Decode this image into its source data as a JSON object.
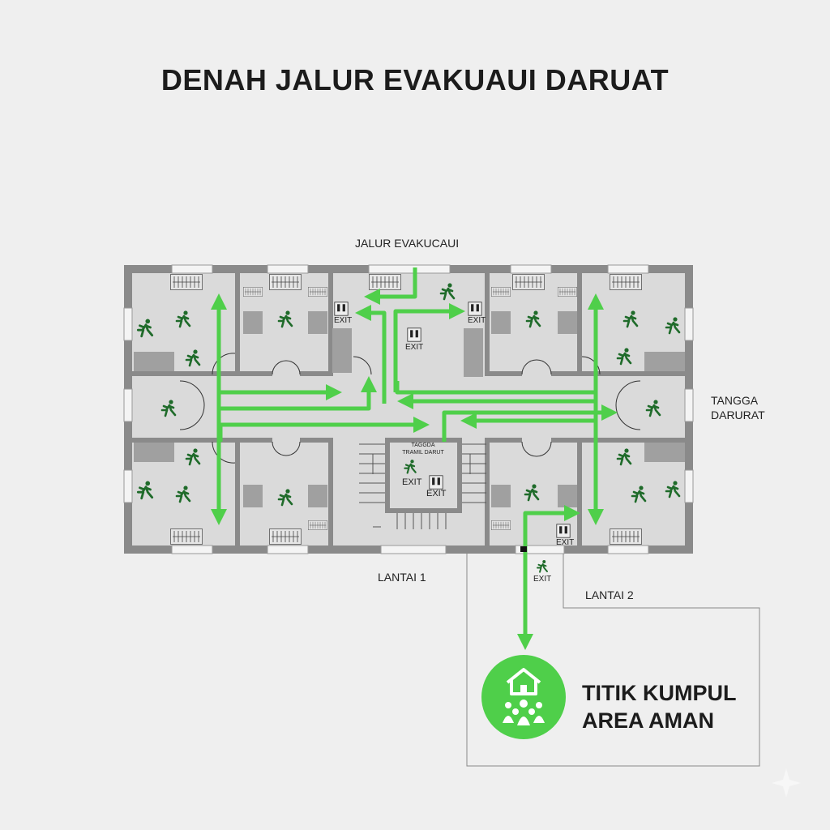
{
  "title": "DENAH JALUR EVAKUAUI DARUAT",
  "labels": {
    "route": "JALUR EVAKUCAUI",
    "stairs_line1": "TANGGA",
    "stairs_line2": "DARURAT",
    "floor1": "LANTAI 1",
    "floor2": "LANTAI 2",
    "stairwell_line1": "TAGGDA",
    "stairwell_line2": "TRAMIL DARUT",
    "exit": "EXIT"
  },
  "assembly": {
    "line1": "TITIK KUMPUL",
    "line2": "AREA AMAN",
    "icon": "house-people-icon"
  },
  "colors": {
    "route_green": "#4fcf4a",
    "figure_green": "#1f6b2a",
    "wall": "#8a8a8a",
    "floor": "#dadada"
  }
}
